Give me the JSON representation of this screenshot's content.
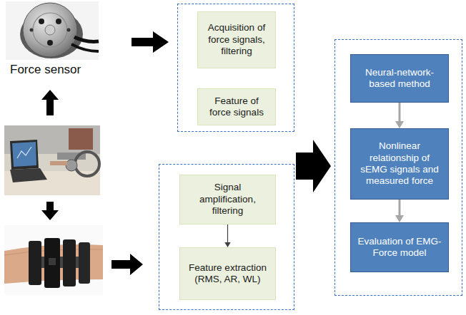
{
  "diagram": {
    "nodes": [
      {
        "text": []
      },
      {
        "text": [
          "Acquisition of force signals, filtering"
        ],
        "in": 0
      },
      {
        "text": [
          "Feature of force signals"
        ],
        "in": 0
      },
      {
        "text": []
      },
      {
        "text": [
          "Signal amplification, filtering"
        ],
        "in": 3
      },
      {
        "text": [
          "Feature extraction (RMS, AR, WL)"
        ],
        "in": 3
      },
      {
        "text": []
      },
      {
        "text": [
          "Neural-network-based method"
        ],
        "in": 6
      },
      {
        "text": [
          "Nonlinear relationship of sEMG signals and measured force"
        ],
        "in": 6
      },
      {
        "text": [
          "Evaluation of EMG-Force model"
        ],
        "in": 6
      }
    ],
    "edges": [
      {
        "from": 4,
        "to": 5,
        "arrow": "to"
      },
      {
        "from": 7,
        "to": 8,
        "arrow": "to"
      },
      {
        "from": 8,
        "to": 9,
        "arrow": "to"
      }
    ],
    "labels": [
      "Force sensor"
    ]
  }
}
